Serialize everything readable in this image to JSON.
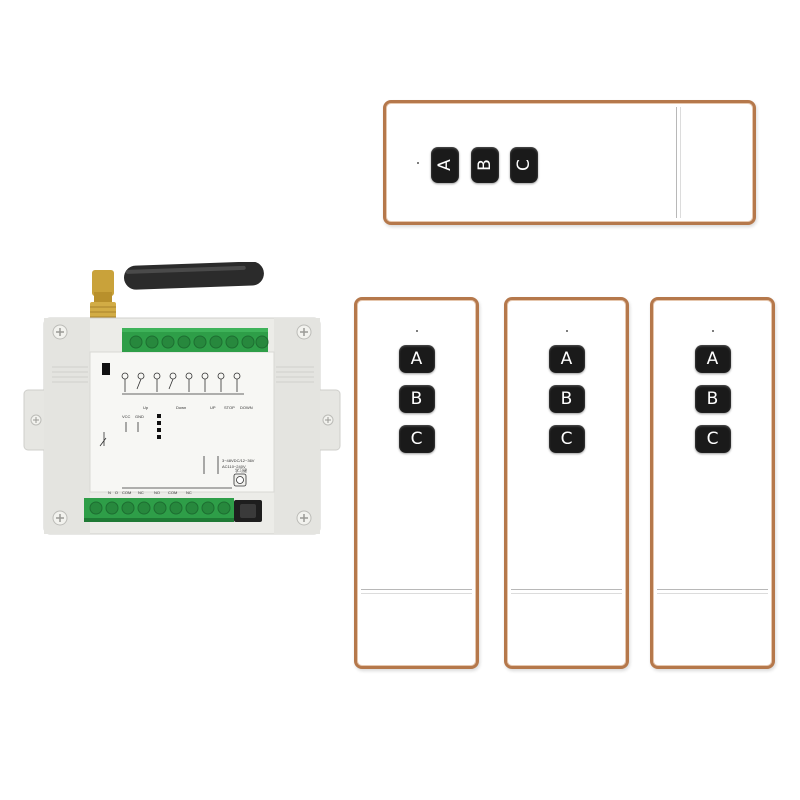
{
  "colors": {
    "remote_trim": "#b5784b",
    "remote_body": "#ffffff",
    "button": "#1a1a1a",
    "button_text": "#ffffff",
    "terminal_block": "#2e9e48",
    "receiver_housing": "#ededea",
    "antenna": "#2b2b2b",
    "antenna_connector": "#c9a23a"
  },
  "remotes": [
    {
      "orientation": "horizontal",
      "buttons": [
        "A",
        "B",
        "C"
      ]
    },
    {
      "orientation": "vertical",
      "buttons": [
        "A",
        "B",
        "C"
      ]
    },
    {
      "orientation": "vertical",
      "buttons": [
        "A",
        "B",
        "C"
      ]
    },
    {
      "orientation": "vertical",
      "buttons": [
        "A",
        "B",
        "C"
      ]
    }
  ],
  "receiver": {
    "terminal_labels_top": [
      "Up",
      "Down",
      "UP",
      "STOP",
      "DOWN"
    ],
    "terminal_labels_bottom": [
      "NO",
      "COM",
      "NC",
      "NO",
      "COM",
      "NC"
    ],
    "power_labels": [
      "VCC",
      "GND"
    ],
    "spec_lines": [
      "3~48VDC/12~36V",
      "AC110~240V"
    ],
    "learn_button": "学习键"
  }
}
